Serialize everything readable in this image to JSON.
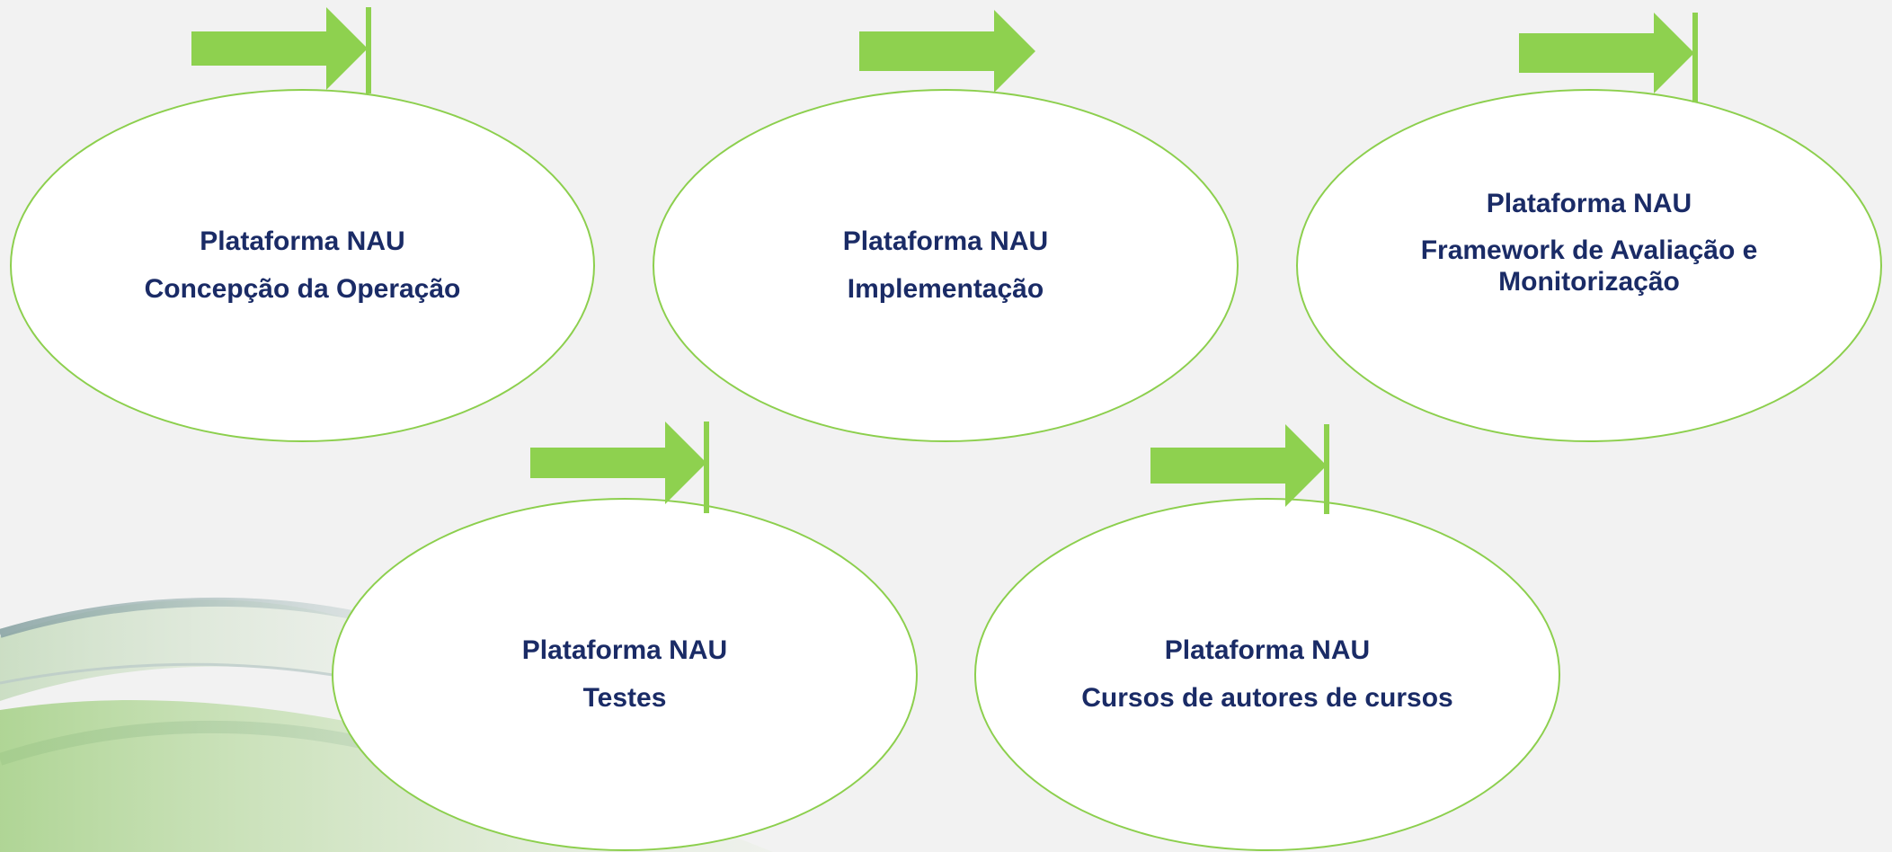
{
  "palette": {
    "ellipse_border": "#8ccf4d",
    "ellipse_fill": "#ffffff",
    "text": "#1a2b66",
    "arrow": "#8ed14f",
    "background": "#f2f2f2"
  },
  "items": [
    {
      "title": "Plataforma NAU",
      "subtitle": "Concepção da Operação"
    },
    {
      "title": "Plataforma NAU",
      "subtitle": "Implementação"
    },
    {
      "title": "Plataforma NAU",
      "subtitle": "Framework de Avaliação e Monitorização"
    },
    {
      "title": "Plataforma NAU",
      "subtitle": "Testes"
    },
    {
      "title": "Plataforma NAU",
      "subtitle": "Cursos de autores de cursos"
    }
  ]
}
